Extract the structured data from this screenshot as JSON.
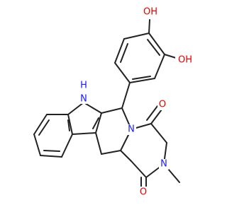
{
  "structure": {
    "colors": {
      "background": "#ffffff",
      "bond": "#222222",
      "oxygen": "#e60000",
      "nitrogen": "#1a1aff",
      "carbon": "#222222"
    },
    "labels": {
      "oh_top": "OH",
      "oh_right": "OH",
      "o_upper": "O",
      "o_lower": "O",
      "n_h": "N",
      "h_on_n": "H",
      "n_ring": "N",
      "n_methyl": "N"
    }
  }
}
